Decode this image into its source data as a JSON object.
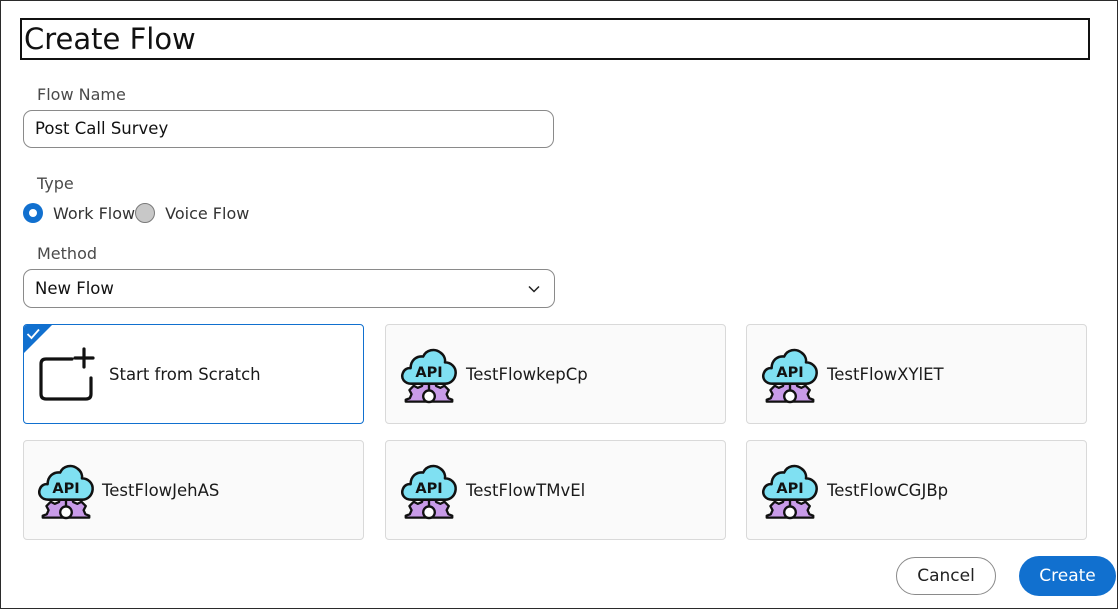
{
  "dialog": {
    "title": "Create Flow"
  },
  "flow_name": {
    "label": "Flow Name",
    "value": "Post Call Survey"
  },
  "type": {
    "label": "Type",
    "options": [
      {
        "label": "Work Flow",
        "selected": true
      },
      {
        "label": "Voice Flow",
        "selected": false
      }
    ]
  },
  "method": {
    "label": "Method",
    "selected": "New Flow"
  },
  "templates": [
    {
      "label": "Start from Scratch",
      "icon": "add-canvas-icon",
      "selected": true
    },
    {
      "label": "TestFlowkepCp",
      "icon": "api-cloud-gear-icon",
      "selected": false
    },
    {
      "label": "TestFlowXYlET",
      "icon": "api-cloud-gear-icon",
      "selected": false
    },
    {
      "label": "TestFlowJehAS",
      "icon": "api-cloud-gear-icon",
      "selected": false
    },
    {
      "label": "TestFlowTMvEl",
      "icon": "api-cloud-gear-icon",
      "selected": false
    },
    {
      "label": "TestFlowCGJBp",
      "icon": "api-cloud-gear-icon",
      "selected": false
    }
  ],
  "api_icon_text": "API",
  "actions": {
    "cancel": "Cancel",
    "create": "Create"
  },
  "colors": {
    "accent": "#1170cf",
    "api_cloud": "#7fe0f2",
    "api_gear": "#c89be8"
  }
}
